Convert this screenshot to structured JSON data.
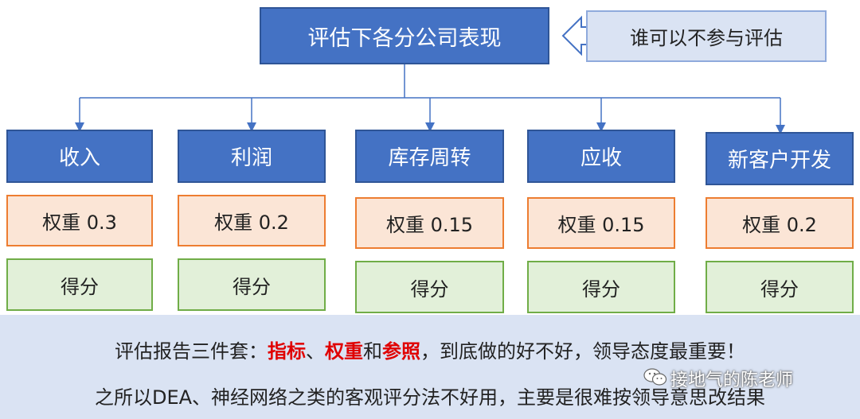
{
  "header": {
    "title": "评估下各分公司表现",
    "exclusion_note": "谁可以不参与评估"
  },
  "columns": [
    {
      "category": "收入",
      "weight": "权重 0.3",
      "score": "得分"
    },
    {
      "category": "利润",
      "weight": "权重 0.2",
      "score": "得分"
    },
    {
      "category": "库存周转",
      "weight": "权重 0.15",
      "score": "得分"
    },
    {
      "category": "应收",
      "weight": "权重 0.15",
      "score": "得分"
    },
    {
      "category": "新客户开发",
      "weight": "权重 0.2",
      "score": "得分"
    }
  ],
  "notes": {
    "line1": {
      "prefix": "评估报告三件套：",
      "term1": "指标",
      "sep1": "、",
      "term2": "权重",
      "sep2": "和",
      "term3": "参照",
      "suffix": "，到底做的好不好，领导态度最重要！"
    },
    "line2": "之所以DEA、神经网络之类的客观评分法不好用，主要是很难按领导意思改结果"
  },
  "watermark": "接地气的陈老师",
  "colors": {
    "primary_box": "#4472c4",
    "weight_fill": "#fbe5d6",
    "weight_border": "#ed7d31",
    "score_fill": "#e2f0d9",
    "score_border": "#70ad47",
    "highlight": "#e00000",
    "note_bg": "#dae3f3"
  }
}
